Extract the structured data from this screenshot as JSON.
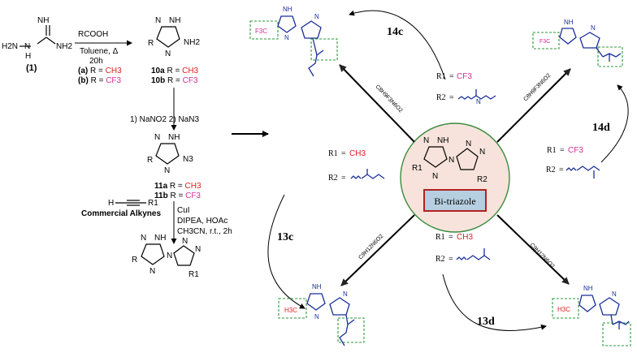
{
  "left_scheme": {
    "compound1_label": "(1)",
    "step1_reagent": "RCOOH",
    "step1_conditions": "Toluene, Δ",
    "step1_time": "20h",
    "option_a": {
      "tag": "(a)",
      "text": "R = ",
      "group": "CH3"
    },
    "option_b": {
      "tag": "(b)",
      "text": "R = ",
      "group": "CF3"
    },
    "product10a": {
      "name": "10a",
      "text": " R = ",
      "group": "CH3"
    },
    "product10b": {
      "name": "10b",
      "text": " R = ",
      "group": "CF3"
    },
    "step2_conditions": "1) NaNO2  2) NaN3",
    "product11a": {
      "name": "11a",
      "text": " R = ",
      "group": "CH3"
    },
    "product11b": {
      "name": "11b",
      "text": " R = ",
      "group": "CF3"
    },
    "alkyne_label": "Commercial Alkynes",
    "alkyne_substituent": "R1",
    "step3_catalyst": "CuI",
    "step3_base": "DIPEA, HOAc",
    "step3_solvent": "CH3CN, r.t., 2h"
  },
  "center": {
    "label": "Bi-triazole",
    "r1": "R1",
    "r2": "R2",
    "circle_color": "#f7e3dc",
    "label_box_color": "#b6cfe0",
    "label_border_color": "#b22222"
  },
  "spokes": {
    "top_left": "C8H9F3N6O2",
    "top_right": "C8H9F3N6O2",
    "bottom_left": "C9H12N6O2",
    "bottom_right": "C9H12N6O2"
  },
  "compound_labels": {
    "c14c": {
      "text": "14c",
      "color": "#e08a30"
    },
    "c14d": {
      "text": "14d",
      "color": "#2ca14a"
    },
    "c13c": {
      "text": "13c",
      "color": "#555555"
    },
    "c13d": {
      "text": "13d",
      "color": "#1f6fb0"
    }
  },
  "substituents": {
    "s14c": {
      "r1_label": "R1",
      "r1_value": "CF3",
      "r2_label": "R2"
    },
    "s14d": {
      "r1_label": "R1",
      "r1_value": "CF3",
      "r2_label": "R2"
    },
    "s13c": {
      "r1_label": "R1",
      "r1_value": "CH3",
      "r2_label": "R2"
    },
    "s13d": {
      "r1_label": "R1",
      "r1_value": "CH3",
      "r2_label": "R2"
    }
  },
  "structure_groups": {
    "tl": "F3C",
    "tr": "F3C",
    "bl": "H3C",
    "br": "H3C"
  },
  "atoms": {
    "H2N": "H2N",
    "NH2": "NH2",
    "NH": "NH",
    "N": "N",
    "H": "H",
    "N3": "N3",
    "R": "R"
  }
}
